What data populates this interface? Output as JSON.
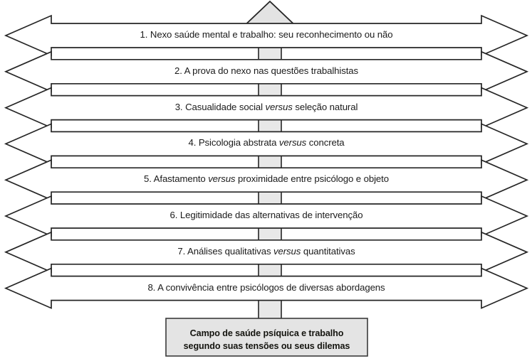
{
  "diagram": {
    "title_center_shaft": "vertical-axis",
    "colors": {
      "outline": "#262626",
      "shaft_fill": "#e8e8e8",
      "arrowhead_fill": "#e3e3e3",
      "box_fill": "#e4e4e4",
      "band_fill": "#ffffff",
      "text": "#1b1b1b",
      "background": "#ffffff"
    },
    "top_arrow": {
      "name": "up-arrow-icon",
      "direction": "up"
    },
    "bands": [
      {
        "index": 1,
        "text_before": "1. Nexo saúde mental e trabalho: seu reconhecimento ou não",
        "italic": "",
        "text_after": ""
      },
      {
        "index": 2,
        "text_before": "2. A prova do nexo nas questões trabalhistas",
        "italic": "",
        "text_after": ""
      },
      {
        "index": 3,
        "text_before": "3. Casualidade social ",
        "italic": "versus",
        "text_after": " seleção natural"
      },
      {
        "index": 4,
        "text_before": "4. Psicologia abstrata ",
        "italic": "versus",
        "text_after": " concreta"
      },
      {
        "index": 5,
        "text_before": "5. Afastamento ",
        "italic": "versus",
        "text_after": " proximidade entre psicólogo e objeto"
      },
      {
        "index": 6,
        "text_before": "6. Legitimidade das alternativas de intervenção",
        "italic": "",
        "text_after": ""
      },
      {
        "index": 7,
        "text_before": "7. Análises qualitativas ",
        "italic": "versus",
        "text_after": " quantitativas"
      },
      {
        "index": 8,
        "text_before": "8. A convivência entre psicólogos de diversas abordagens",
        "italic": "",
        "text_after": ""
      }
    ],
    "bottom_box": {
      "line1": "Campo de saúde psíquica e trabalho",
      "line2": "segundo suas tensões ou seus dilemas"
    }
  }
}
